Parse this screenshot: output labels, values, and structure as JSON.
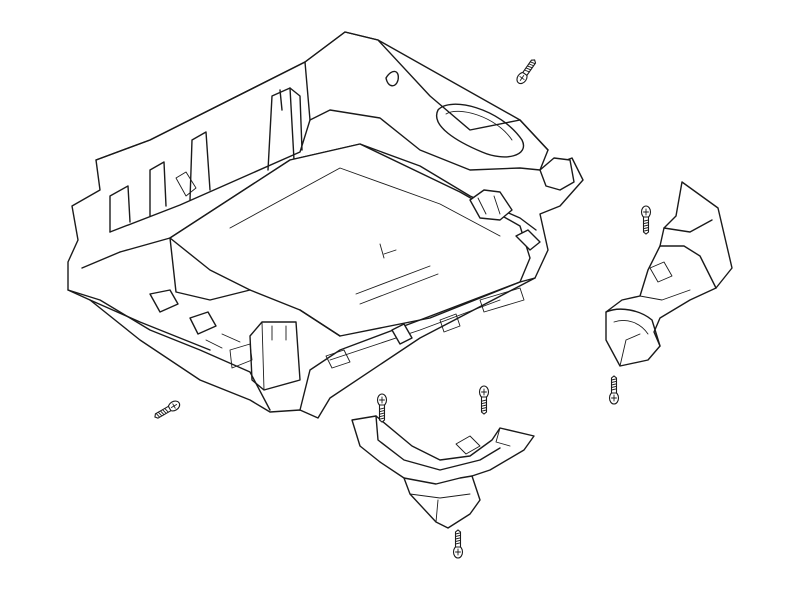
{
  "diagram": {
    "parts": [
      {
        "id": "main-housing",
        "icon": "console-housing-icon"
      },
      {
        "id": "side-cover-right",
        "icon": "side-cover-icon"
      },
      {
        "id": "front-cover-lower",
        "icon": "lower-cover-icon"
      }
    ],
    "fasteners": [
      {
        "id": "screw-top",
        "icon": "screw-icon"
      },
      {
        "id": "screw-right-upper",
        "icon": "screw-icon"
      },
      {
        "id": "screw-right-lower",
        "icon": "screw-icon"
      },
      {
        "id": "screw-left",
        "icon": "screw-icon"
      },
      {
        "id": "screw-center-left",
        "icon": "screw-icon"
      },
      {
        "id": "screw-center",
        "icon": "screw-icon"
      },
      {
        "id": "screw-bottom",
        "icon": "screw-icon"
      }
    ],
    "line_color": "#1a1a1a",
    "background_color": "#ffffff"
  }
}
